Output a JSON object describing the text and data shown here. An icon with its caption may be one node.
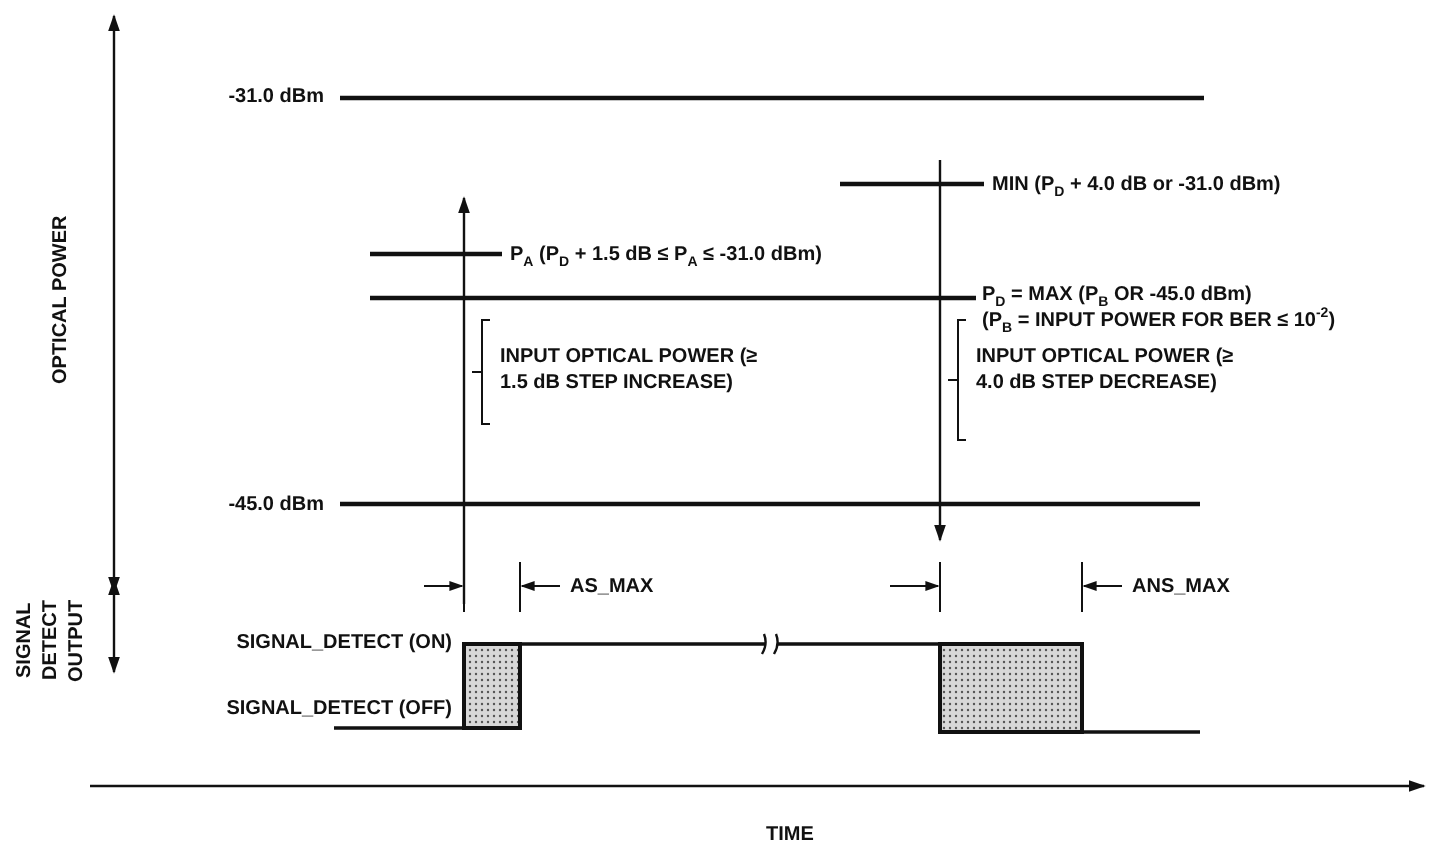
{
  "diagram": {
    "labels": [
      "OPTICAL POWER",
      "-31.0 dBm",
      "MIN (P$_{D}$ + 4.0 dB or -31.0 dBm)",
      "P$_{A}$ (P$_{D}$ + 1.5 dB ≤ P$_{A}$ ≤ -31.0 dBm)",
      "P$_{D}$ = MAX (P$_{B}$ OR -45.0 dBm)",
      "(P$_{B}$ = INPUT POWER FOR BER ≤ 10$^{-2}$)",
      "INPUT OPTICAL POWER (≥ 1.5 dB STEP INCREASE)",
      "INPUT OPTICAL POWER (≥ 4.0 dB STEP DECREASE)",
      "-45.0 dBm",
      "AS_MAX",
      "ANS_MAX",
      "SIGNAL DETECT OUTPUT",
      "SIGNAL_DETECT (ON)",
      "SIGNAL_DETECT (OFF)",
      "TIME"
    ]
  }
}
